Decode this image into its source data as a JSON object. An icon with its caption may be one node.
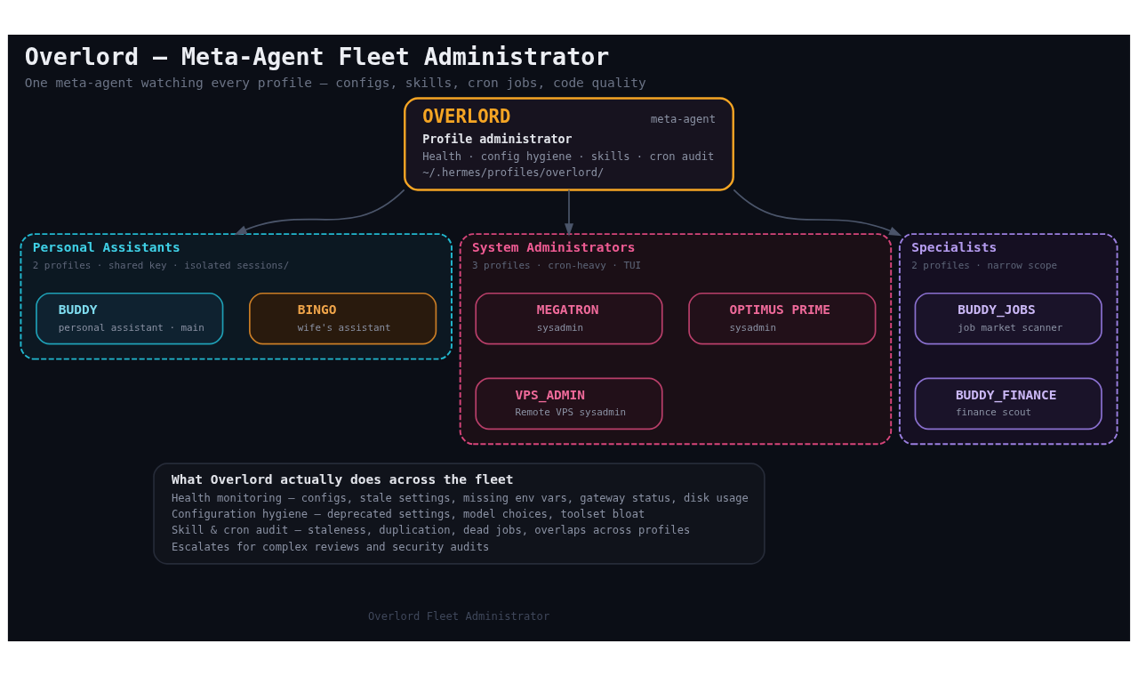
{
  "diagram": {
    "title": "Overlord — Meta-Agent Fleet Administrator",
    "caption": "One meta-agent watching every profile — configs, skills, cron jobs, code quality",
    "nodes": [
      {
        "text": [
          "OVERLORD",
          "meta-agent",
          "Profile administrator",
          "Health · config hygiene · skills · cron audit",
          "~/.hermes/profiles/overlord/"
        ]
      },
      {
        "text": [
          "Personal Assistants",
          "2 profiles · shared key · isolated sessions/"
        ]
      },
      {
        "text": [
          "BUDDY",
          "personal assistant · main"
        ],
        "in": 1
      },
      {
        "text": [
          "BINGO",
          "wife's assistant"
        ],
        "in": 1
      },
      {
        "text": [
          "System Administrators",
          "3 profiles · cron-heavy · TUI"
        ]
      },
      {
        "text": [
          "MEGATRON",
          "sysadmin"
        ],
        "in": 4
      },
      {
        "text": [
          "OPTIMUS PRIME",
          "sysadmin"
        ],
        "in": 4
      },
      {
        "text": [
          "VPS_ADMIN",
          "Remote VPS sysadmin"
        ],
        "in": 4
      },
      {
        "text": [
          "Specialists",
          "2 profiles · narrow scope"
        ]
      },
      {
        "text": [
          "BUDDY_JOBS",
          "job market scanner"
        ],
        "in": 8
      },
      {
        "text": [
          "BUDDY_FINANCE",
          "finance scout"
        ],
        "in": 8
      },
      {
        "text": [
          "What Overlord actually does across the fleet",
          "Health monitoring — configs, stale settings, missing env vars, gateway status, disk usage",
          "Configuration hygiene — deprecated settings, model choices, toolset bloat",
          "Skill & cron audit — staleness, duplication, dead jobs, overlaps across profiles",
          "Escalates for complex reviews and security audits"
        ]
      }
    ],
    "edges": [
      {
        "from": 0,
        "to": 1,
        "arrow": "to"
      },
      {
        "from": 0,
        "to": 4,
        "arrow": "to"
      },
      {
        "from": 0,
        "to": 8,
        "arrow": "to"
      }
    ],
    "labels": [
      "Overlord Fleet Administrator"
    ]
  }
}
